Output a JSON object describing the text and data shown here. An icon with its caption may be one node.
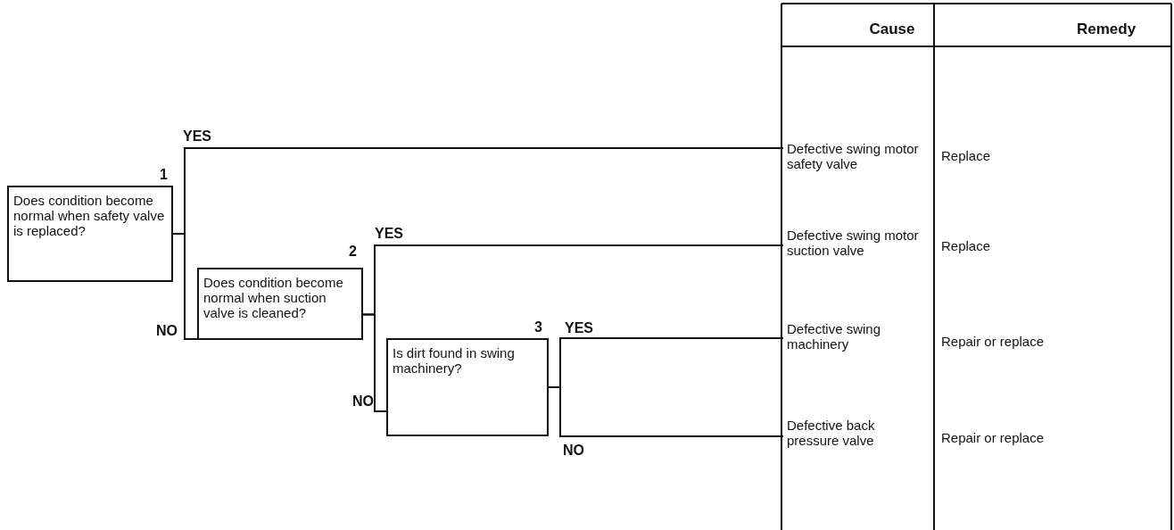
{
  "diagram": {
    "nodes": [
      {
        "text": [
          "Does condition become normal when safety valve is replaced?"
        ],
        "beside": [
          "1"
        ]
      },
      {
        "text": [
          "Does condition become normal when suction valve is cleaned?"
        ],
        "beside": [
          "2"
        ]
      },
      {
        "text": [
          "Is dirt found in swing machinery?"
        ],
        "beside": [
          "3"
        ]
      },
      {
        "text": [
          "Defective swing motor safety valve"
        ]
      },
      {
        "text": [
          "Defective swing motor suction valve"
        ]
      },
      {
        "text": [
          "Defective swing machinery"
        ]
      },
      {
        "text": [
          "Defective back pressure valve"
        ]
      }
    ],
    "edges": [
      {
        "from": 0,
        "to": 3,
        "arrow": "none",
        "label": "YES"
      },
      {
        "from": 0,
        "to": 1,
        "arrow": "none",
        "label": "NO"
      },
      {
        "from": 1,
        "to": 4,
        "arrow": "none",
        "label": "YES"
      },
      {
        "from": 1,
        "to": 2,
        "arrow": "none",
        "label": "NO"
      },
      {
        "from": 2,
        "to": 5,
        "arrow": "none",
        "label": "YES"
      },
      {
        "from": 2,
        "to": 6,
        "arrow": "none",
        "label": "NO"
      }
    ],
    "labels": [
      "Cause",
      "Remedy",
      "Replace",
      "Replace",
      "Repair or replace",
      "Repair or replace"
    ]
  }
}
